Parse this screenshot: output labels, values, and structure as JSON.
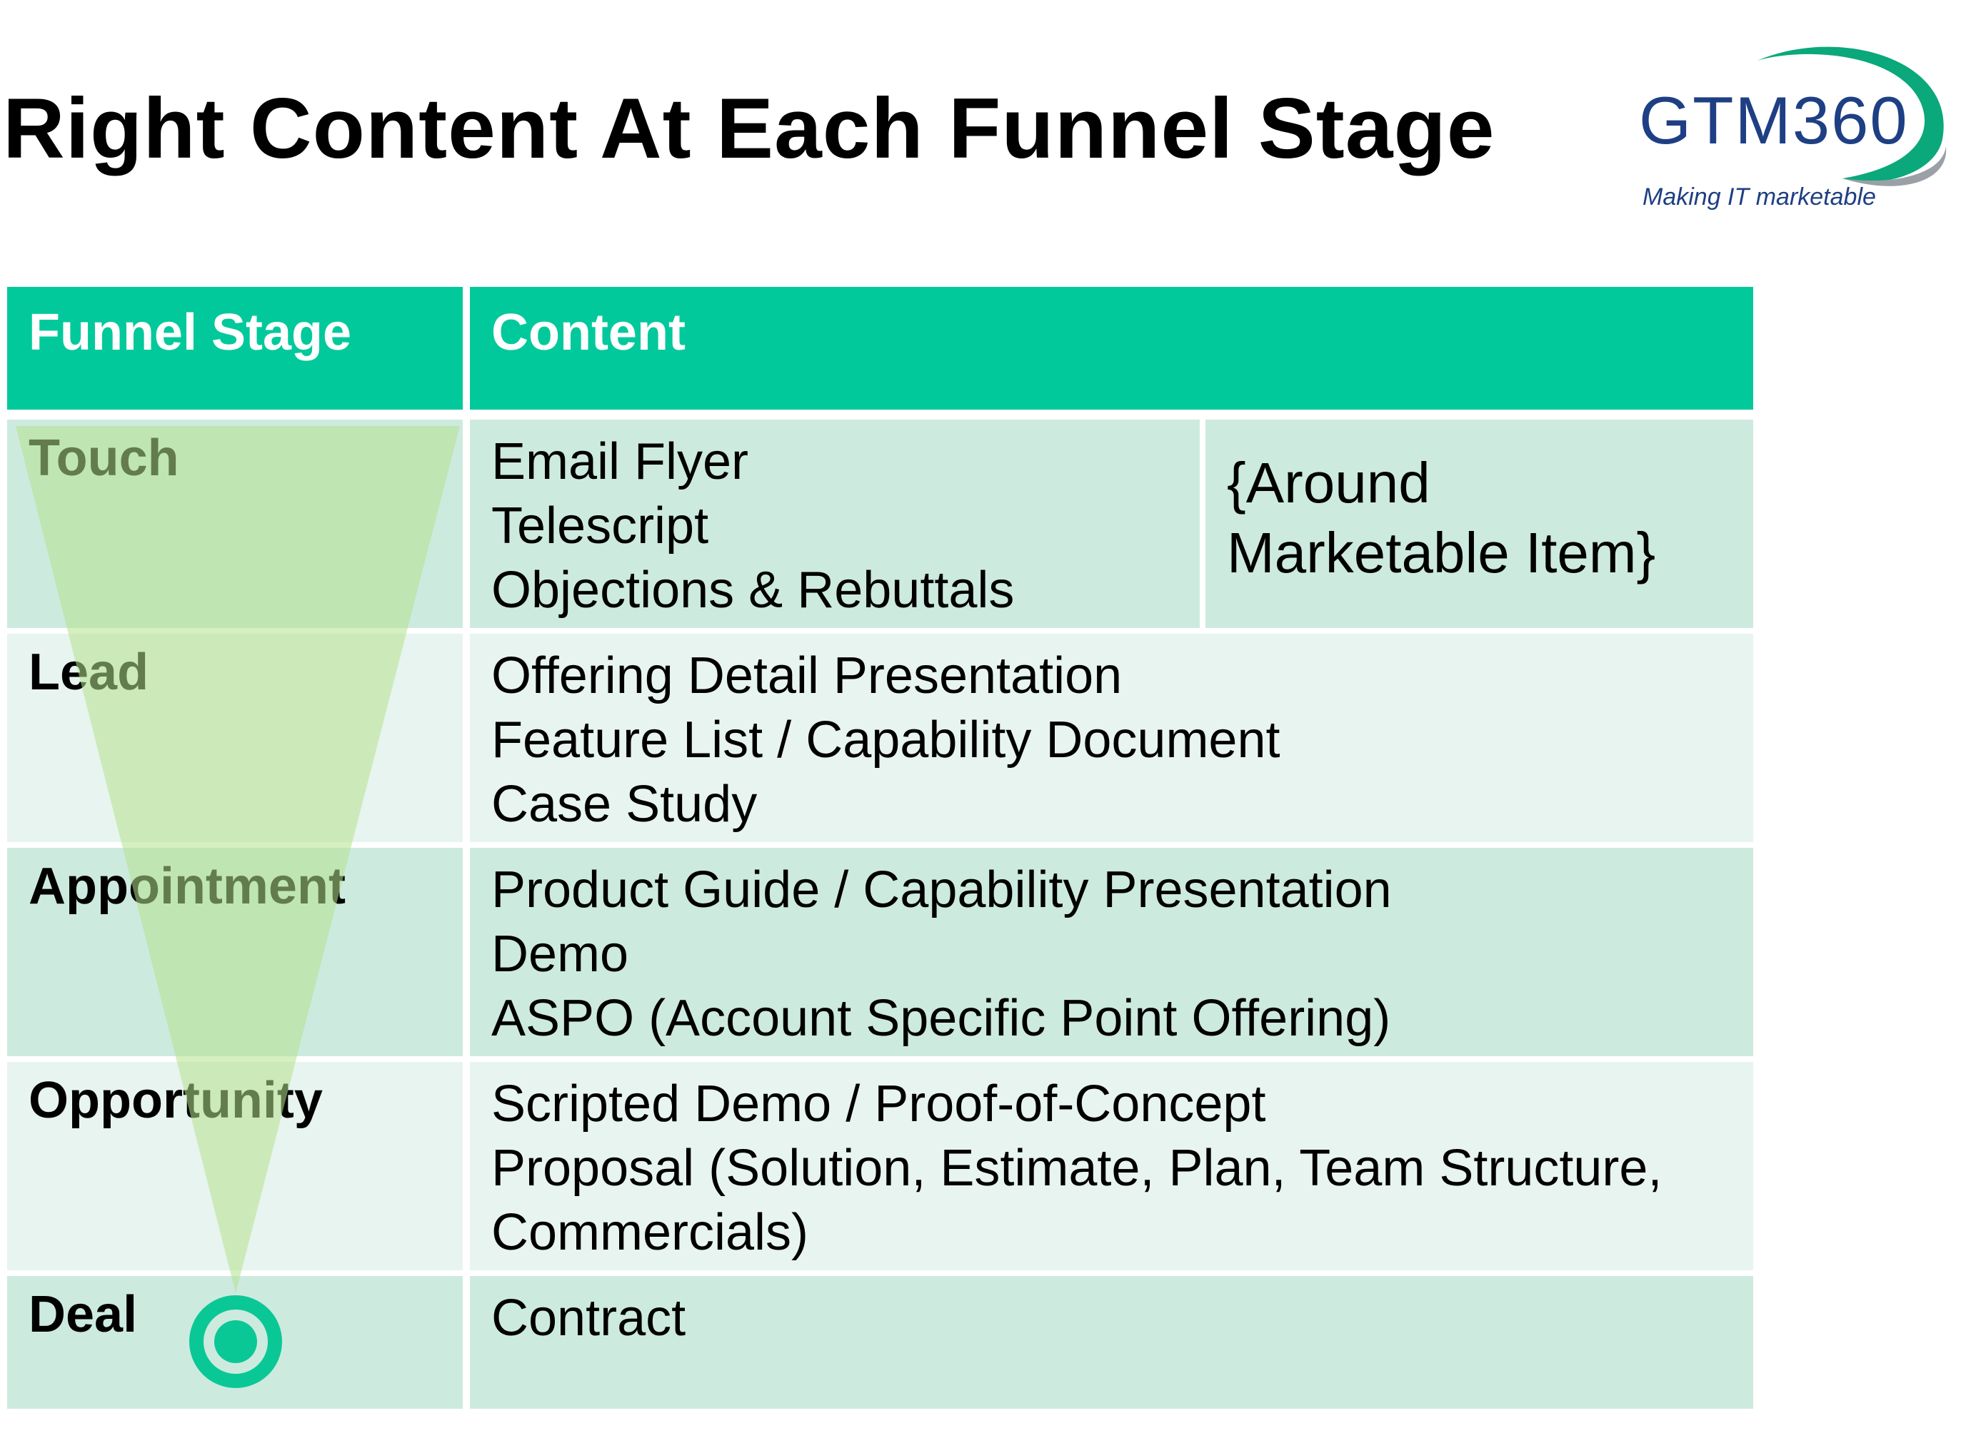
{
  "title": "Right Content At Each Funnel Stage",
  "logo": {
    "name": "GTM360",
    "tagline": "Making IT marketable",
    "color": "#1e3f84",
    "swoosh_color": "#0aa87a"
  },
  "colors": {
    "header": "#02c99b",
    "row_dark": "#cdeadf",
    "row_light": "#e8f4ef",
    "funnel": "#b4e18c",
    "target": "#0ac896"
  },
  "table": {
    "headers": [
      "Funnel Stage",
      "Content"
    ],
    "rows": [
      {
        "stage": "Touch",
        "content": [
          "Email Flyer",
          "Telescript",
          "Objections & Rebuttals"
        ],
        "note": [
          "{Around",
          "Marketable Item}"
        ]
      },
      {
        "stage": "Lead",
        "content": [
          "Offering Detail Presentation",
          "Feature List / Capability Document",
          "Case Study"
        ]
      },
      {
        "stage": "Appointment",
        "content": [
          "Product Guide / Capability Presentation",
          "Demo",
          "ASPO (Account Specific Point Offering)"
        ]
      },
      {
        "stage": "Opportunity",
        "content": [
          "Scripted Demo / Proof-of-Concept",
          "Proposal (Solution, Estimate, Plan, Team Structure,",
          "Commercials)"
        ]
      },
      {
        "stage": "Deal",
        "content": [
          "Contract"
        ]
      }
    ]
  },
  "icons": {
    "funnel": "funnel-triangle-icon",
    "target": "target-ring-icon"
  }
}
